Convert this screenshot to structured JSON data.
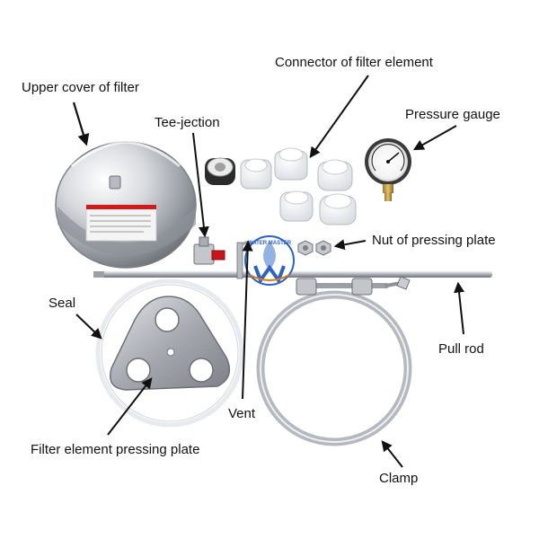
{
  "labels": {
    "upper_cover": "Upper cover of filter",
    "connector": "Connector of filter element",
    "pressure_gauge": "Pressure gauge",
    "tee_jection": "Tee-jection",
    "nut": "Nut of pressing plate",
    "seal": "Seal",
    "pull_rod": "Pull rod",
    "vent": "Vent",
    "pressing_plate": "Filter element pressing plate",
    "clamp": "Clamp"
  },
  "logo": {
    "text": "WATER MASTER"
  },
  "colors": {
    "steel": "#c9ccd1",
    "steel_dark": "#8d9298",
    "label_red": "#d11a1a",
    "logo_blue": "#2a63c8",
    "arrow": "#111111"
  }
}
